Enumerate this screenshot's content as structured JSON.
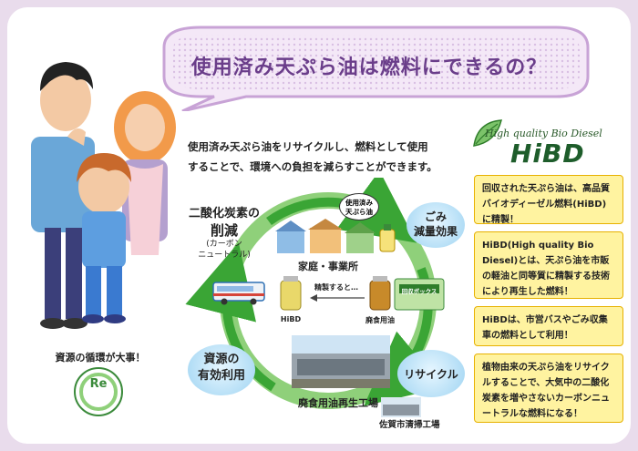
{
  "title": "使用済み天ぷら油は燃料にできるの？",
  "lead": {
    "line1": "使用済み天ぷら油をリサイクルし、燃料として使用",
    "line2": "することで、環境への負担を減らすことができます。"
  },
  "logo": {
    "sub": "High quality Bio Diesel",
    "main": "HiBD"
  },
  "info_boxes": [
    "回収された天ぷら油は、高品質バイオディーゼル燃料(HiBD)に精製！",
    "HiBD(High quality Bio Diesel)とは、天ぷら油を市販の軽油と同等質に精製する技術により再生した燃料！",
    "HiBDは、市営バスやごみ収集車の燃料として利用！",
    "植物由来の天ぷら油をリサイクルすることで、大気中の二酸化炭素を増やさないカーボンニュートラルな燃料になる！"
  ],
  "cycle": {
    "co2_title1": "二酸化炭素の",
    "co2_title2": "削減",
    "co2_sub": "(カーボン\nニュートラル)",
    "gomi1": "ごみ",
    "gomi2": "減量効果",
    "used_oil_tag": "使用済み\n天ぷら油",
    "household": "家庭・事業所",
    "refining": "精製すると…",
    "hibd_label": "HiBD",
    "waste_oil_label": "廃食用油",
    "collection_box": "回収ボックス",
    "resource1": "資源の",
    "resource2": "有効利用",
    "recycle": "リサイクル",
    "plant": "廃食用油再生工場",
    "plant_city": "佐賀市清掃工場"
  },
  "footer_note": "資源の循環が大事！",
  "re_mark": "Re",
  "colors": {
    "title": "#6a3d8a",
    "box_bg": "#fff3a0",
    "arrow_green": "#3aa535",
    "frame": "#e9dcec"
  }
}
